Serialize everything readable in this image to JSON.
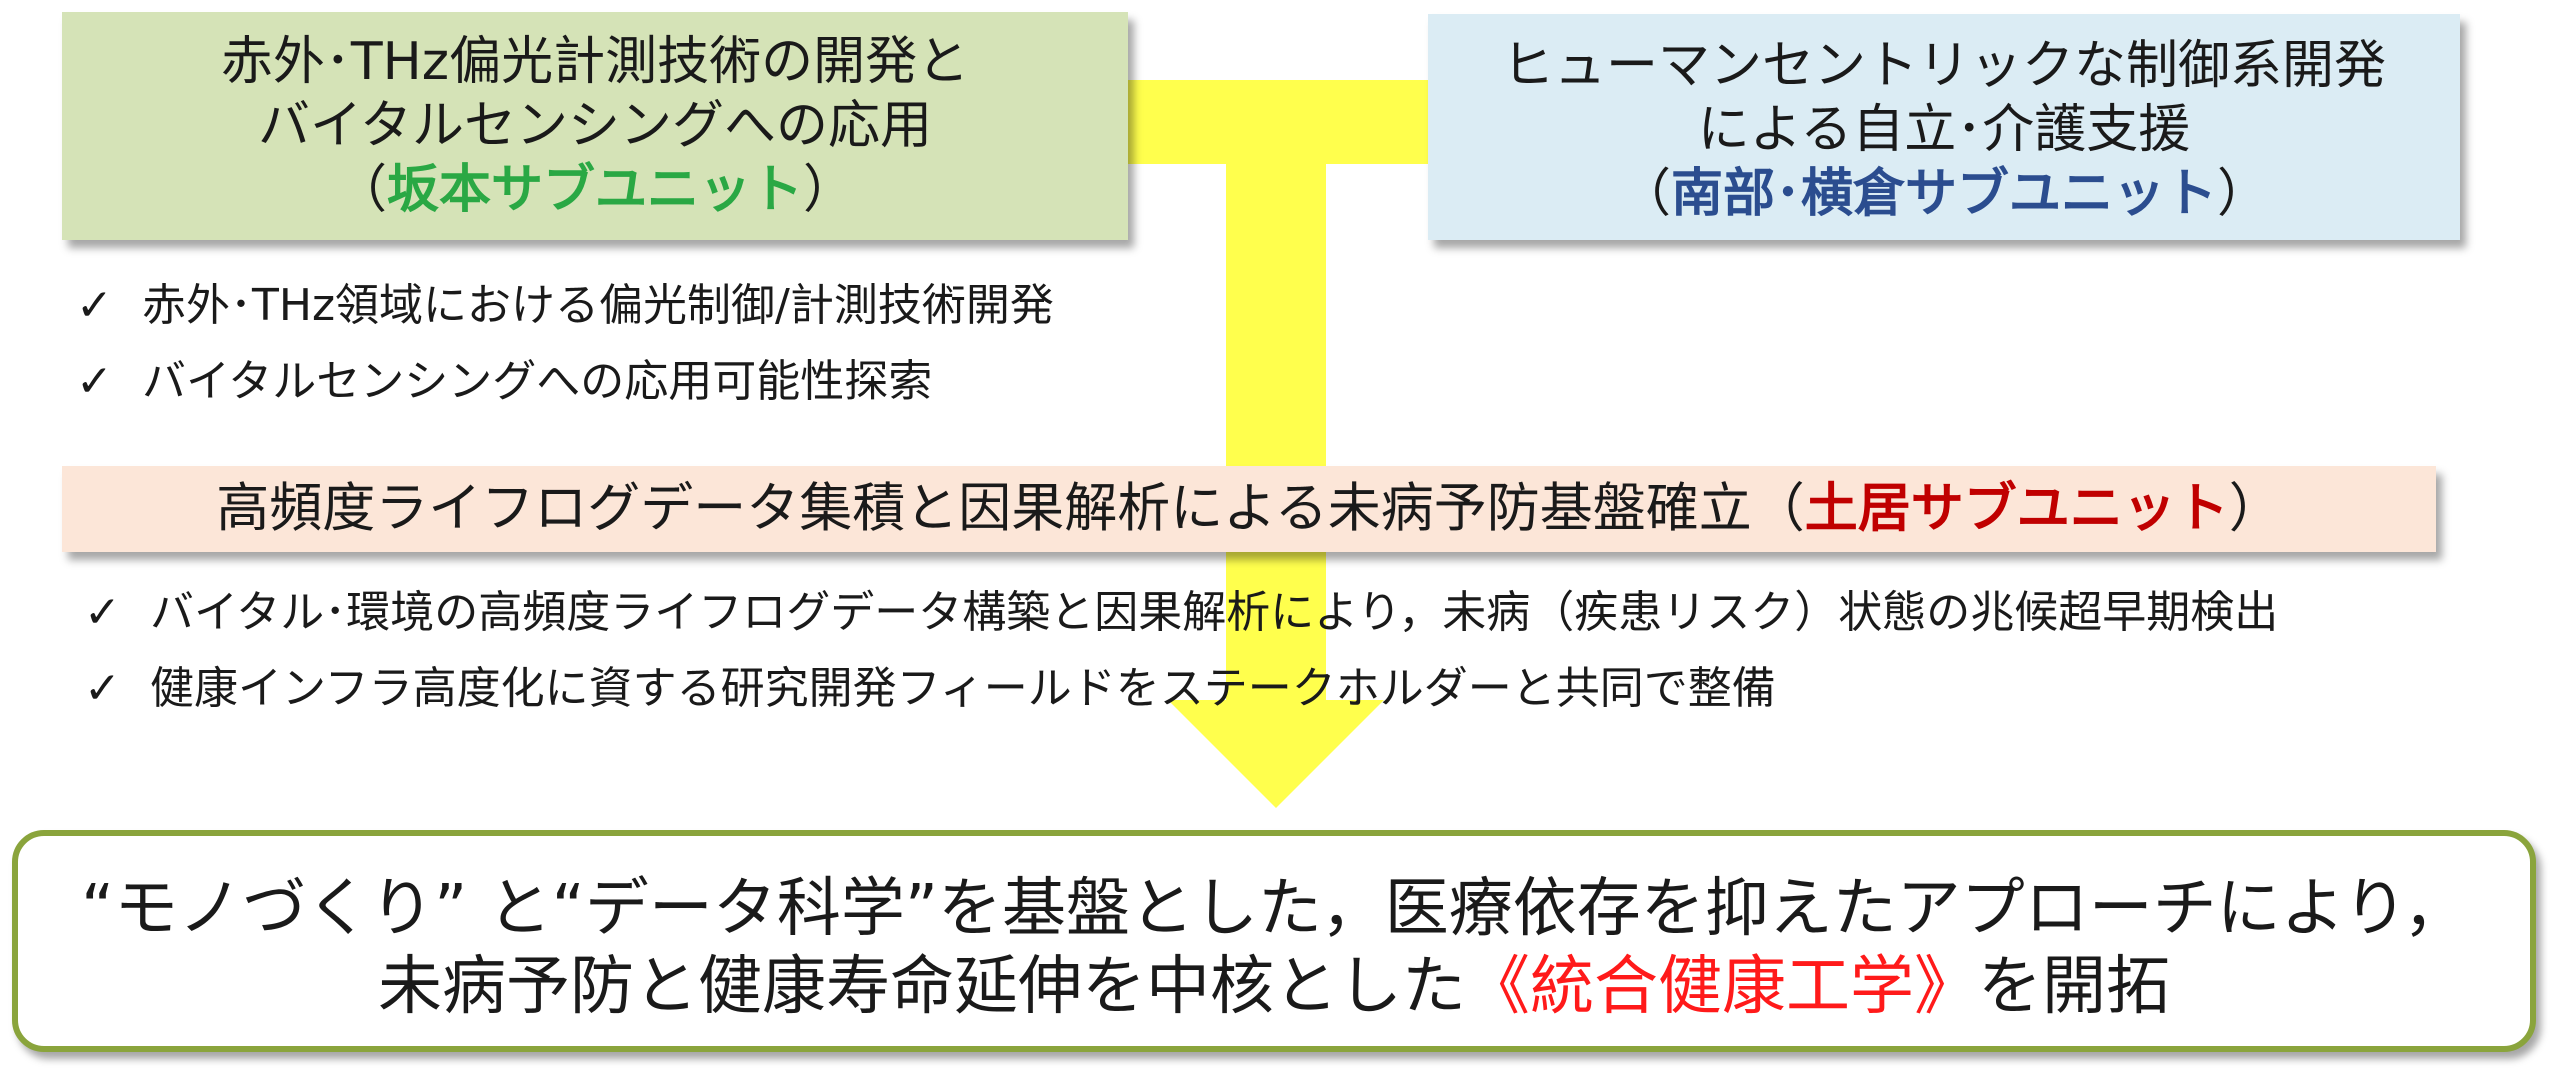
{
  "colors": {
    "sakamoto_box_bg": "#d5e3b7",
    "nanbu_box_bg": "#dbecf4",
    "doi_box_bg": "#fce6d8",
    "arrow_yellow": "#ffff4d",
    "conclusion_border": "#8aa43c",
    "green_highlight": "#2aa844",
    "blue_highlight": "#2b4d8f",
    "red_highlight": "#c00000",
    "bright_red_highlight": "#ff1a1a"
  },
  "sakamoto_unit": {
    "line1": "赤外･THz偏光計測技術の開発と",
    "line2": "バイタルセンシングへの応用",
    "open_paren": "（",
    "name": "坂本サブユニット",
    "close_paren": "）"
  },
  "nanbu_unit": {
    "line1": "ヒューマンセントリックな制御系開発",
    "line2": "による自立･介護支援",
    "open_paren": "（",
    "name": "南部･横倉サブユニット",
    "close_paren": "）"
  },
  "sakamoto_bullets": [
    {
      "check": "✓",
      "text": "赤外･THz領域における偏光制御/計測技術開発"
    },
    {
      "check": "✓",
      "text": "バイタルセンシングへの応用可能性探索"
    }
  ],
  "doi_unit": {
    "text": "高頻度ライフログデータ集積と因果解析による未病予防基盤確立",
    "open_paren": "（",
    "name": "土居サブユニット",
    "close_paren": "）"
  },
  "doi_bullets": [
    {
      "check": "✓",
      "text": "バイタル･環境の高頻度ライフログデータ構築と因果解析により，未病（疾患リスク）状態の兆候超早期検出"
    },
    {
      "check": "✓",
      "text": "健康インフラ高度化に資する研究開発フィールドをステークホルダーと共同で整備"
    }
  ],
  "conclusion": {
    "line1": "“モノづくり” と“データ科学”を基盤とした，医療依存を抑えたアプローチにより，",
    "line2_prefix": "未病予防と健康寿命延伸を中核とした",
    "line2_highlight": "《統合健康工学》",
    "line2_suffix": "を開拓"
  }
}
